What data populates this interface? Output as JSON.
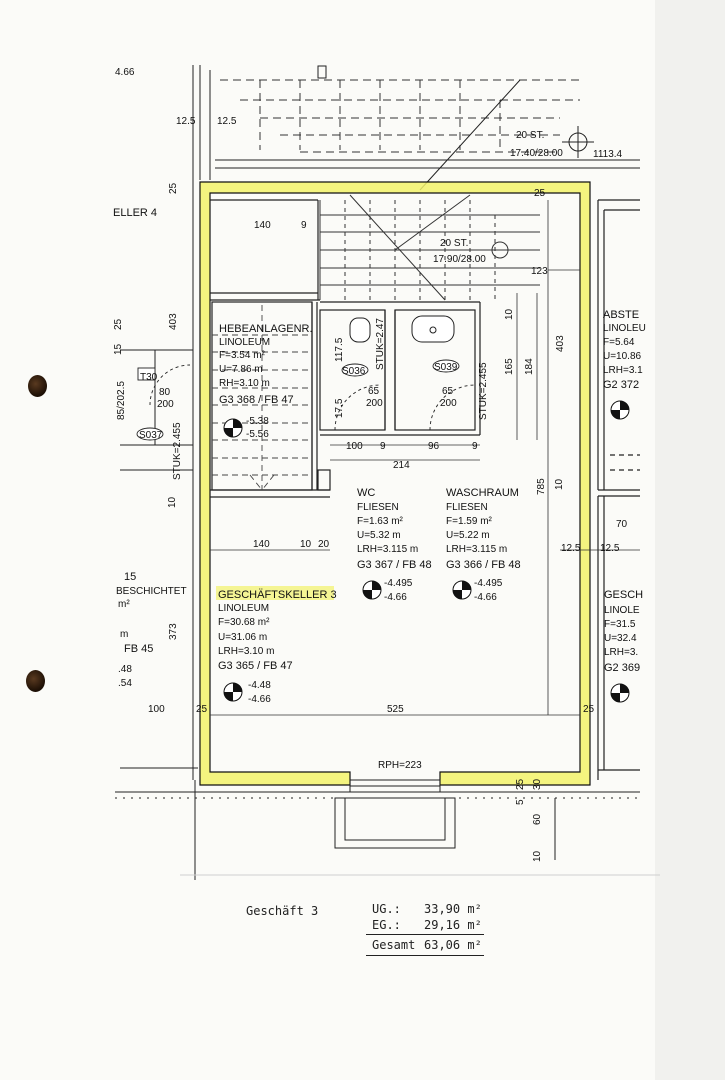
{
  "header": {
    "corner_text": "4.66"
  },
  "stair_upper": {
    "steps": "20 ST.",
    "ratio": "17.40/28.00"
  },
  "stair_lower": {
    "steps": "20 ST.",
    "ratio": "17.90/28.00"
  },
  "dims": {
    "top_left_a": "12.5",
    "top_left_b": "12.5",
    "top_right": "1113.4",
    "wall_25_top_left": "25",
    "wall_25_top_right": "25",
    "d140_top": "140",
    "d9_top": "9",
    "d123": "123",
    "d140_mid": "140",
    "d10_mid": "10",
    "d20_mid": "20",
    "d403_left": "403",
    "d403_right": "403",
    "d373": "373",
    "d100_left": "100",
    "d525": "525",
    "d25_bl": "25",
    "d25_br": "25",
    "d785": "785",
    "d10_right": "10",
    "d12_5_a": "12.5",
    "d12_5_b": "12.5",
    "d70": "70",
    "d165": "165",
    "d184": "184",
    "d10_a": "10",
    "d117_5": "117.5",
    "d17_5": "17.5",
    "d100_wc": "100",
    "d9_a": "9",
    "d96": "96",
    "d9_b": "9",
    "d214": "214",
    "d65_a": "65",
    "d200_a": "200",
    "d65_b": "65",
    "d200_b": "200",
    "d80": "80",
    "d200_c": "200",
    "d85_202": "85/202.5",
    "d10_left": "10",
    "d25_left": "25",
    "d15_left": "15",
    "d25_bottom": "25",
    "d30_bottom": "30",
    "d5_bottom": "5",
    "d60": "60",
    "d10_bottom": "10"
  },
  "tags": {
    "s036": "S036",
    "s039": "S039",
    "s037": "S037",
    "t30": "T30"
  },
  "stuk": {
    "a": "STUK=2.47",
    "b": "STUK=2.455",
    "c": "STUK=2.455"
  },
  "rooms": {
    "keller4": {
      "name": "ELLER 4"
    },
    "hebe": {
      "name": "HEBEANLAGENR.",
      "floor": "LINOLEUM",
      "f": "F=3.54 m²",
      "u": "U=7.86 m",
      "rh": "RH=3.10 m",
      "code": "G3 368 / FB 47",
      "lvl1": "-5.38",
      "lvl2": "-5.56"
    },
    "wc": {
      "name": "WC",
      "floor": "FLIESEN",
      "f": "F=1.63 m²",
      "u": "U=5.32 m",
      "lrh": "LRH=3.115 m",
      "code": "G3 367 / FB 48",
      "lvl1": "-4.495",
      "lvl2": "-4.66"
    },
    "wasch": {
      "name": "WASCHRAUM",
      "floor": "FLIESEN",
      "f": "F=1.59 m²",
      "u": "U=5.22 m",
      "lrh": "LRH=3.115 m",
      "code": "G3 366 / FB 48",
      "lvl1": "-4.495",
      "lvl2": "-4.66"
    },
    "gk3": {
      "name": "GESCHÄFTSKELLER 3",
      "floor": "LINOLEUM",
      "f": "F=30.68 m²",
      "u": "U=31.06 m",
      "lrh": "LRH=3.10 m",
      "code": "G3 365 / FB 47",
      "lvl1": "-4.48",
      "lvl2": "-4.66"
    },
    "abste": {
      "name": "ABSTE",
      "floor": "LINOLEU",
      "f": "F=5.64",
      "u": "U=10.86",
      "rh": "LRH=3.1",
      "code": "G2 372"
    },
    "gesch_right": {
      "name": "GESCH",
      "floor": "LINOLE",
      "f": "F=31.5",
      "u": "U=32.4",
      "lrh": "LRH=3.",
      "code": "G2 369"
    },
    "left15": {
      "num": "15",
      "name": "BESCHICHTET",
      "m2": "m²",
      "m": "m",
      "code": "FB 45",
      "v1": ".48",
      "v2": ".54"
    }
  },
  "rph": "RPH=223",
  "summary": {
    "title": "Geschäft 3",
    "ug_label": "UG.:",
    "ug_value": "33,90 m²",
    "eg_label": "EG.:",
    "eg_value": "29,16 m²",
    "total_label": "Gesamt",
    "total_value": "63,06 m²"
  }
}
